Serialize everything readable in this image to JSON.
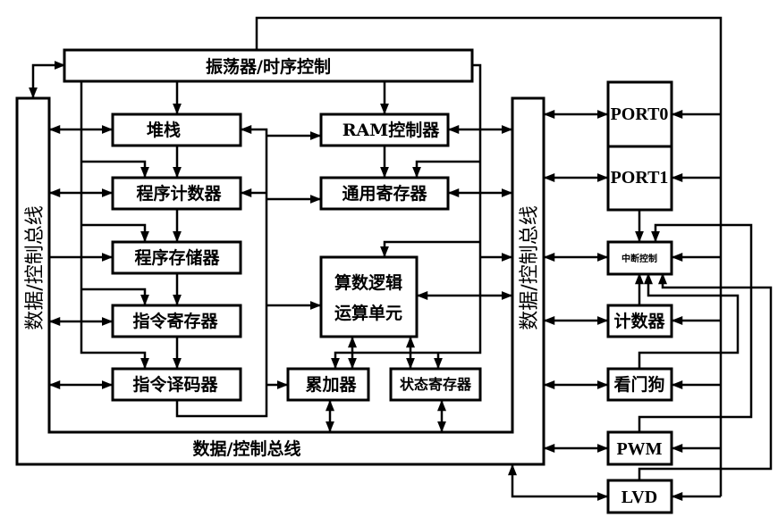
{
  "diagram": {
    "title": "单片机内部结构框图",
    "colors": {
      "stroke": "#000000",
      "background": "#ffffff"
    },
    "blocks": {
      "oscillator": "振荡器/时序控制",
      "stack": "堆栈",
      "program_counter": "程序计数器",
      "program_memory": "程序存储器",
      "instruction_register": "指令寄存器",
      "instruction_decoder": "指令译码器",
      "ram_controller": "RAM控制器",
      "general_register": "通用寄存器",
      "alu_line1": "算数逻辑",
      "alu_line2": "运算单元",
      "accumulator": "累加器",
      "status_register": "状态寄存器",
      "port0": "PORT0",
      "port1": "PORT1",
      "interrupt_controller": "中断控制",
      "counter": "计数器",
      "watchdog": "看门狗",
      "pwm": "PWM",
      "lvd": "LVD"
    },
    "buses": {
      "left_bus_label": "数据/控制总线",
      "right_bus_label": "数据/控制总线",
      "bottom_bus_label": "数据/控制总线"
    }
  }
}
